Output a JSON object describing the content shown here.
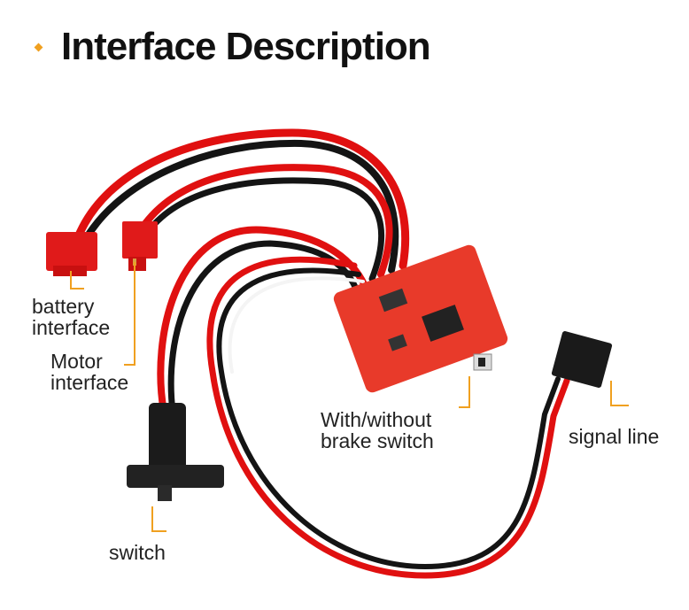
{
  "header": {
    "title": "Interface Description",
    "bullet_color": "#f0a020"
  },
  "labels": {
    "battery_line1": "battery",
    "battery_line2": "interface",
    "motor_line1": "Motor",
    "motor_line2": "interface",
    "brake_line1": "With/without",
    "brake_line2": "brake switch",
    "signal": "signal line",
    "switch": "switch"
  },
  "colors": {
    "callout": "#f0a020",
    "wire_red": "#e01010",
    "wire_black": "#141414",
    "board": "#e83a2a"
  }
}
